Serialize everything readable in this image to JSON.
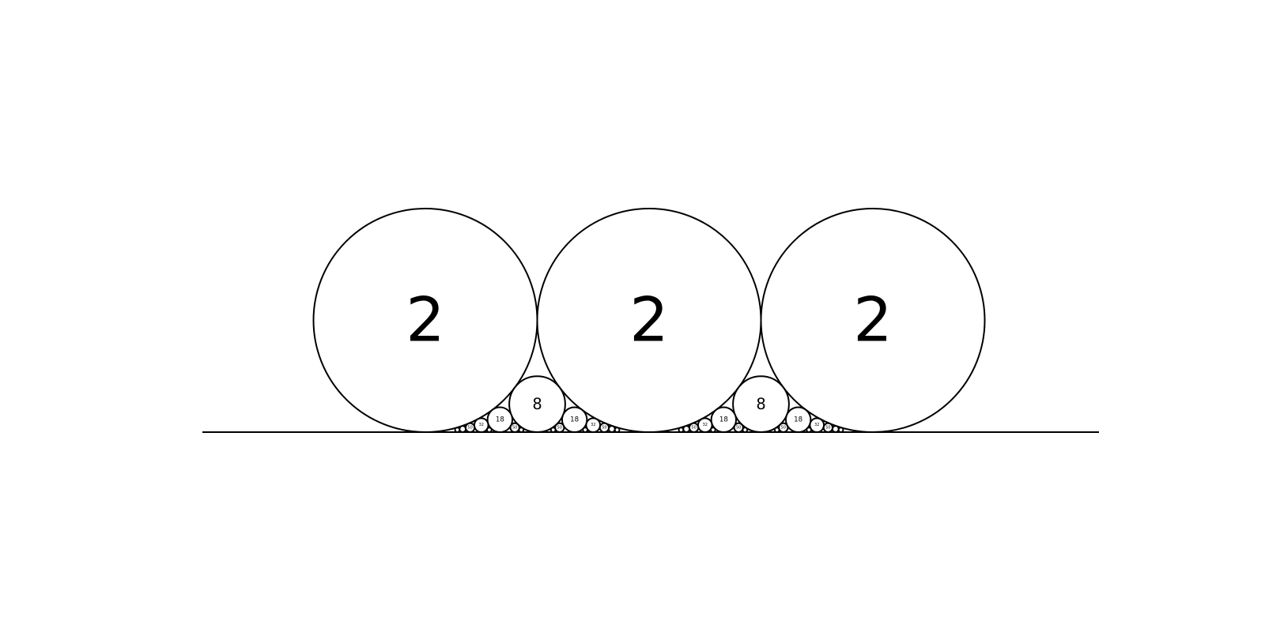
{
  "diagram": {
    "type": "circle-packing",
    "description_labels_are": "curvatures",
    "colors": {
      "stroke": "#000000",
      "fill": "#ffffff",
      "background": "#ffffff"
    },
    "generations": [
      {
        "label": "2",
        "count": 3
      },
      {
        "label": "8",
        "count": 2
      },
      {
        "label": "18",
        "count": 4
      },
      {
        "label": "32",
        "count": 4
      },
      {
        "label": "50",
        "count": 4
      }
    ]
  }
}
